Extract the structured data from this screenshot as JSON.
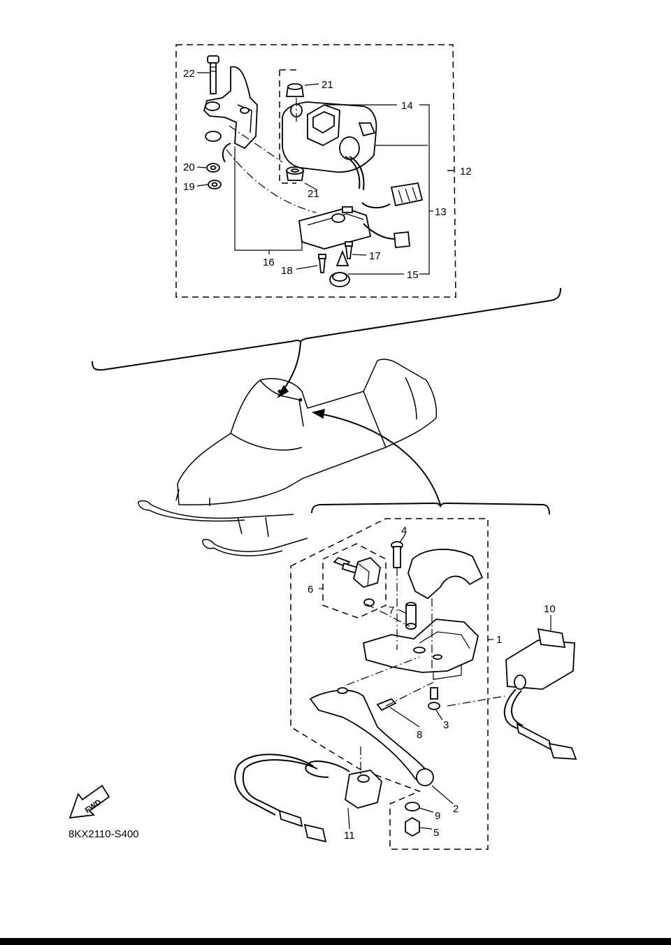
{
  "diagram": {
    "code": "8KX2110-S400",
    "fwd_label": "FWD",
    "callouts": [
      {
        "id": "c1",
        "text": "1"
      },
      {
        "id": "c2",
        "text": "2"
      },
      {
        "id": "c3",
        "text": "3"
      },
      {
        "id": "c4",
        "text": "4"
      },
      {
        "id": "c5",
        "text": "5"
      },
      {
        "id": "c6",
        "text": "6"
      },
      {
        "id": "c7",
        "text": "7"
      },
      {
        "id": "c8",
        "text": "8"
      },
      {
        "id": "c9",
        "text": "9"
      },
      {
        "id": "c10",
        "text": "10"
      },
      {
        "id": "c11",
        "text": "11"
      },
      {
        "id": "c12",
        "text": "12"
      },
      {
        "id": "c13",
        "text": "13"
      },
      {
        "id": "c14",
        "text": "14"
      },
      {
        "id": "c15",
        "text": "15"
      },
      {
        "id": "c16",
        "text": "16"
      },
      {
        "id": "c17",
        "text": "17"
      },
      {
        "id": "c18",
        "text": "18"
      },
      {
        "id": "c19",
        "text": "19"
      },
      {
        "id": "c20",
        "text": "20"
      },
      {
        "id": "c21a",
        "text": "21"
      },
      {
        "id": "c21b",
        "text": "21"
      },
      {
        "id": "c22",
        "text": "22"
      }
    ]
  }
}
